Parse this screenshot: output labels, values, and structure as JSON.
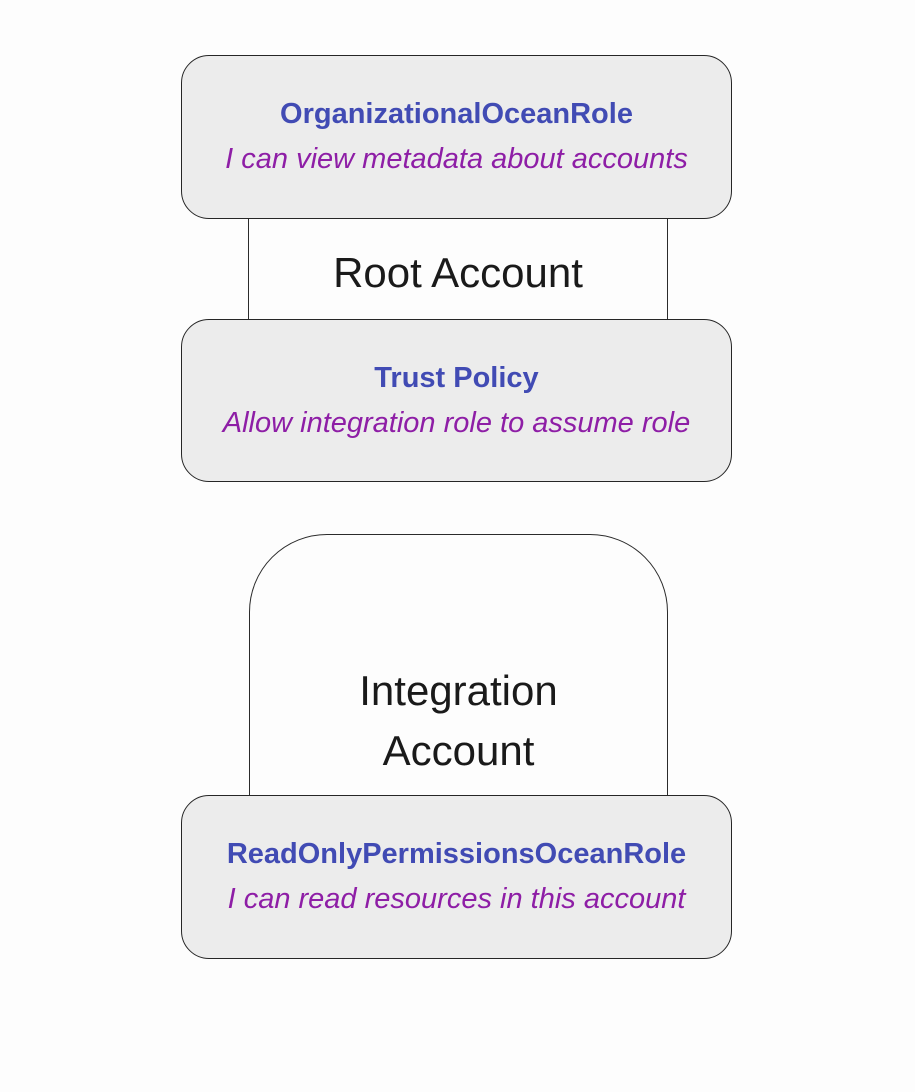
{
  "colors": {
    "background": "#fdfdfd",
    "node_fill": "#ececec",
    "node_border": "#262626",
    "container_border": "#2b2b2b",
    "role_title": "#414bb4",
    "role_description": "#8e1ea6",
    "account_label": "#1a1a1a"
  },
  "root_account": {
    "label": "Root Account",
    "nodes": [
      {
        "title": "OrganizationalOceanRole",
        "description": "I can view metadata about accounts"
      },
      {
        "title": "Trust Policy",
        "description": "Allow integration role to assume role"
      }
    ]
  },
  "integration_account": {
    "label_lines": [
      "Integration",
      "Account"
    ],
    "nodes": [
      {
        "title": "ReadOnlyPermissionsOceanRole",
        "description": "I can read resources in this account"
      }
    ]
  }
}
